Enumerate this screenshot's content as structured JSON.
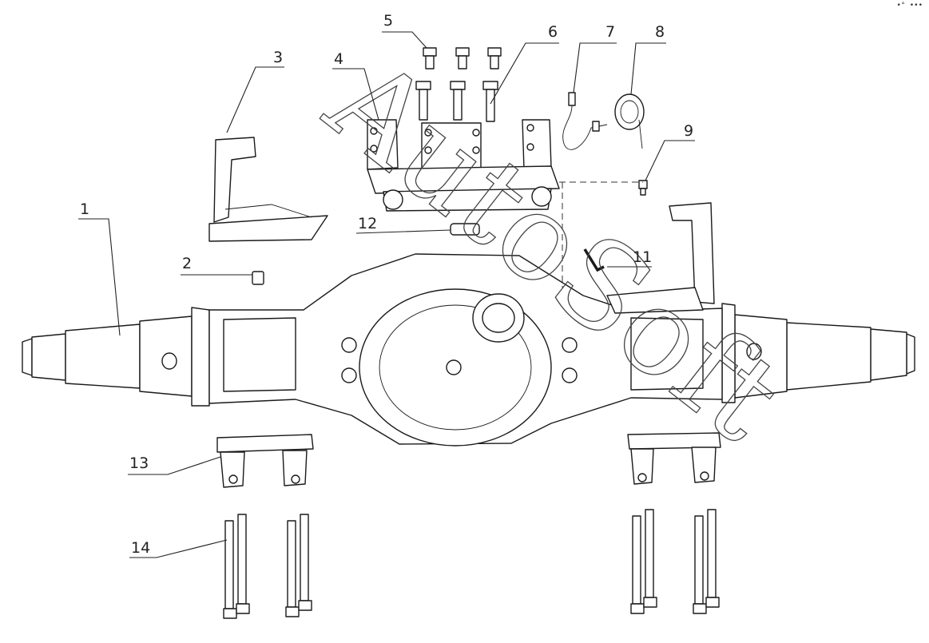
{
  "callouts": [
    {
      "id": "1",
      "label": "1"
    },
    {
      "id": "2",
      "label": "2"
    },
    {
      "id": "3",
      "label": "3"
    },
    {
      "id": "4",
      "label": "4"
    },
    {
      "id": "5",
      "label": "5"
    },
    {
      "id": "6",
      "label": "6"
    },
    {
      "id": "7",
      "label": "7"
    },
    {
      "id": "8",
      "label": "8"
    },
    {
      "id": "9",
      "label": "9"
    },
    {
      "id": "11",
      "label": "11"
    },
    {
      "id": "12",
      "label": "12"
    },
    {
      "id": "13",
      "label": "13"
    },
    {
      "id": "14",
      "label": "14"
    }
  ],
  "watermark": "AutoSoft",
  "corner_mark": "•° •••"
}
